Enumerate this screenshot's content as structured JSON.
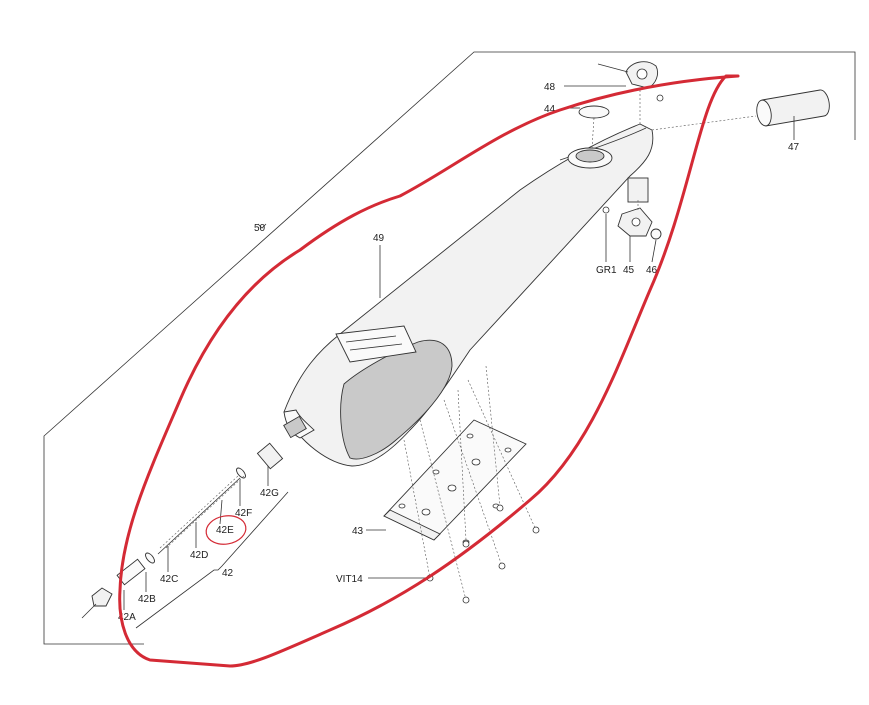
{
  "labels": {
    "p50": "50",
    "p48": "48",
    "p44": "44",
    "p47": "47",
    "p49": "49",
    "gr1": "GR1",
    "p45": "45",
    "p46": "46",
    "p42g": "42G",
    "p42f": "42F",
    "p42e": "42E",
    "p42d": "42D",
    "p42c": "42C",
    "p42b": "42B",
    "p42a": "42A",
    "p42": "42",
    "p43": "43",
    "vit14": "VIT14"
  },
  "colors": {
    "markup": "#d42a35",
    "line": "#333333"
  }
}
